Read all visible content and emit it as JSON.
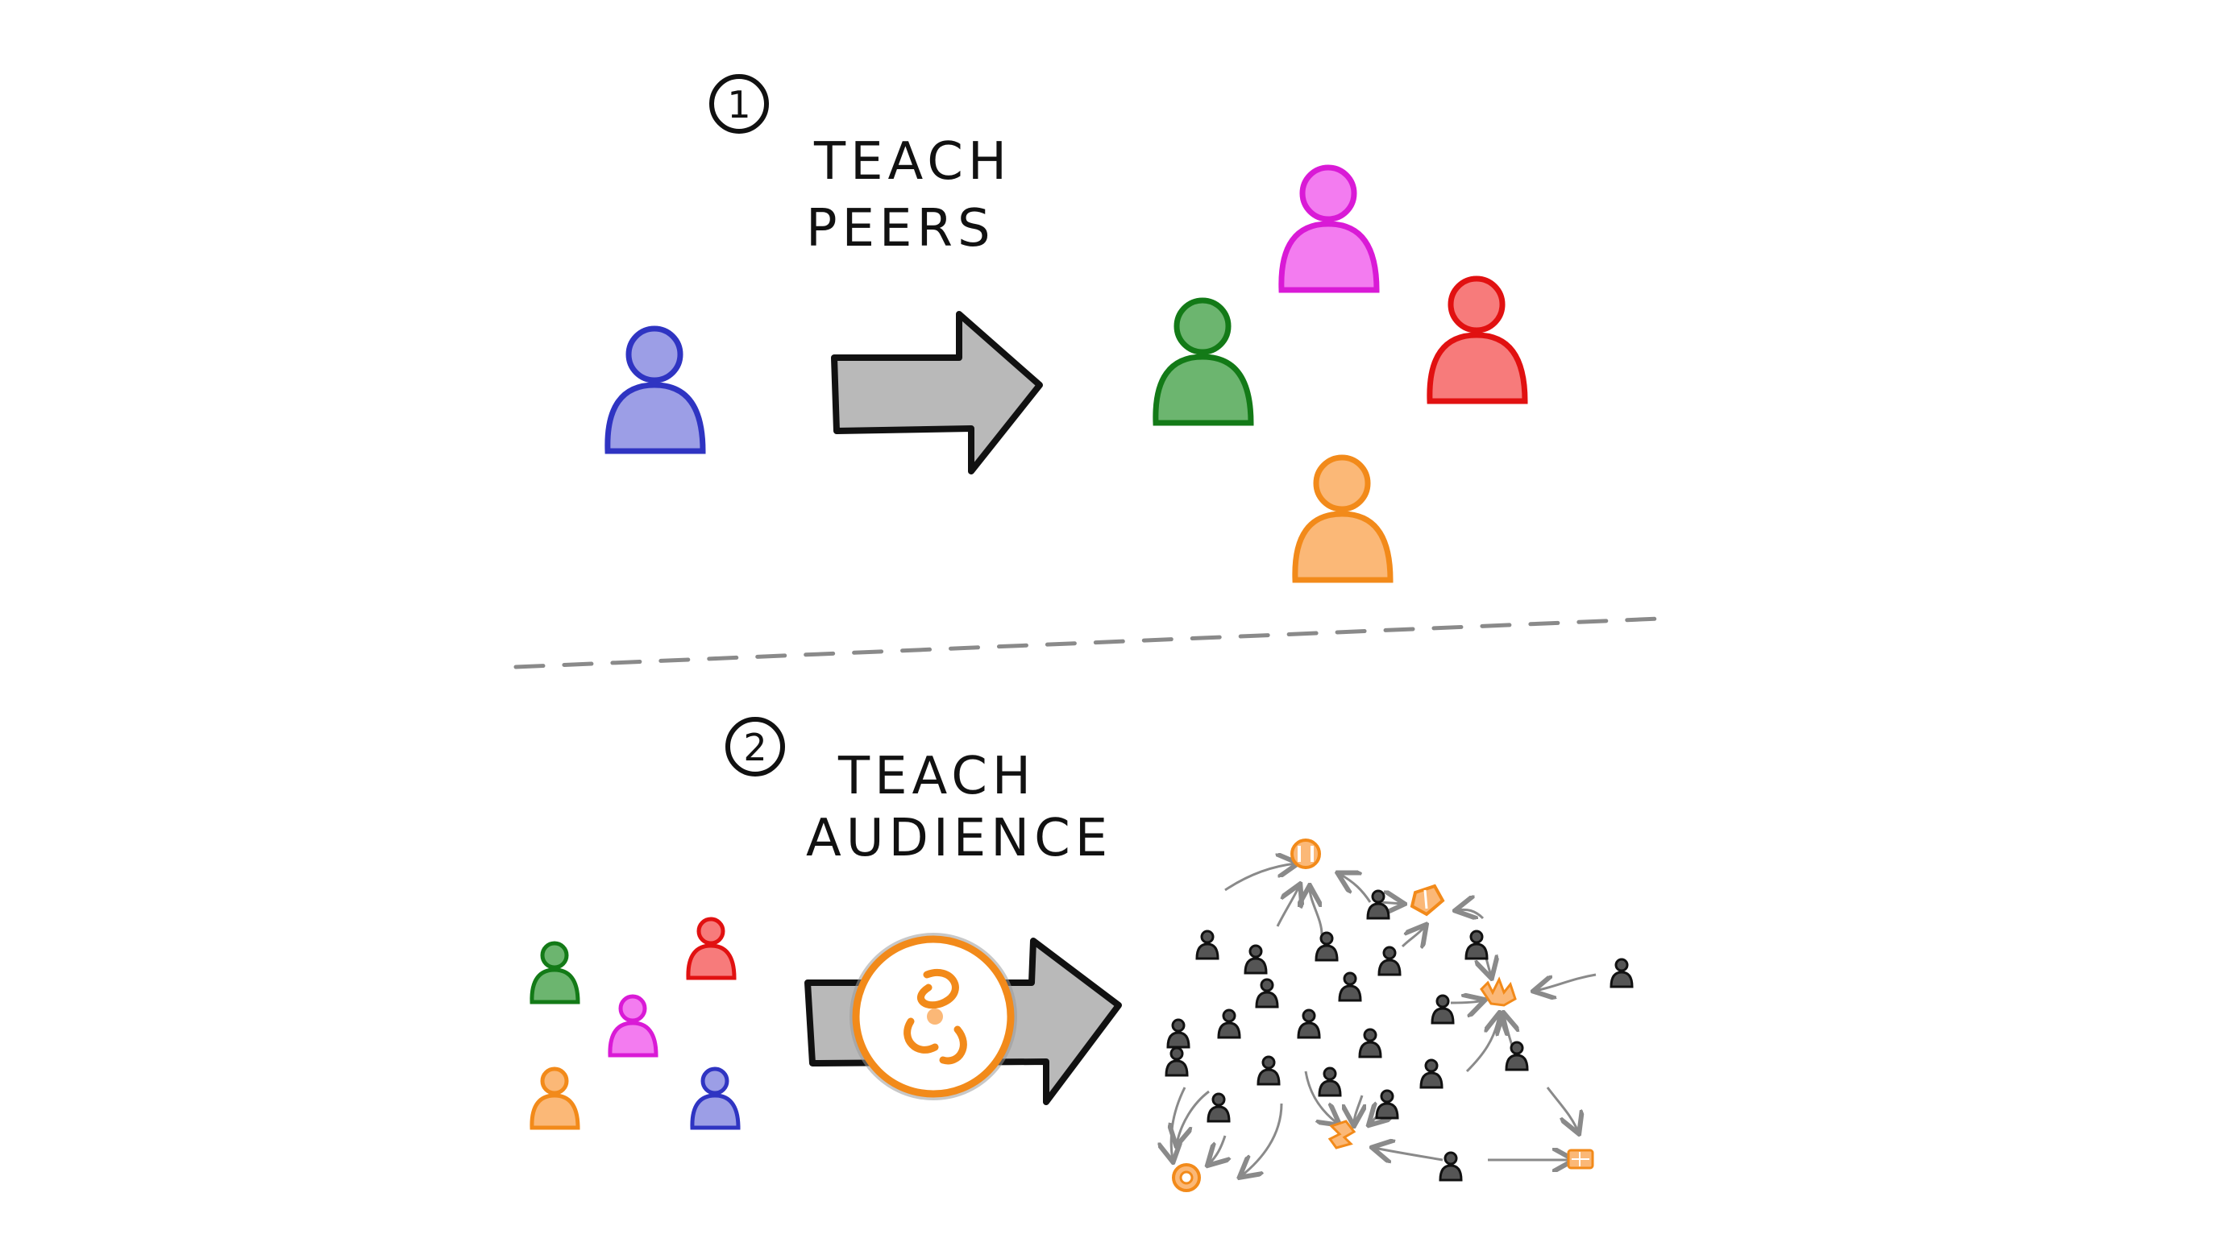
{
  "section1": {
    "step_number": "1",
    "label_line1": "TEACH",
    "label_line2": "PEERS"
  },
  "section2": {
    "step_number": "2",
    "label_line1": "TEACH",
    "label_line2": "AUDIENCE"
  },
  "colors": {
    "blue_fill": "#9c9ee6",
    "blue_stroke": "#2f34c2",
    "magenta_fill": "#f37cf0",
    "magenta_stroke": "#d91ad6",
    "green_fill": "#6cb56f",
    "green_stroke": "#137a17",
    "red_fill": "#f77b7b",
    "red_stroke": "#e11111",
    "orange_fill": "#fbb877",
    "orange_stroke": "#f28a1a",
    "arrow_fill": "#b9b9b9",
    "arrow_stroke": "#111111",
    "audience_fill": "#4a4a4a",
    "divider": "#8a8a8a"
  },
  "icons": {
    "brand_logo": "orange-swirl-logo",
    "audience_person": "dark-person-icon",
    "network_nodes": [
      "orange-platform-icon-a",
      "orange-platform-icon-b",
      "orange-platform-icon-c",
      "orange-platform-icon-d",
      "orange-platform-icon-e",
      "orange-platform-icon-f"
    ]
  }
}
